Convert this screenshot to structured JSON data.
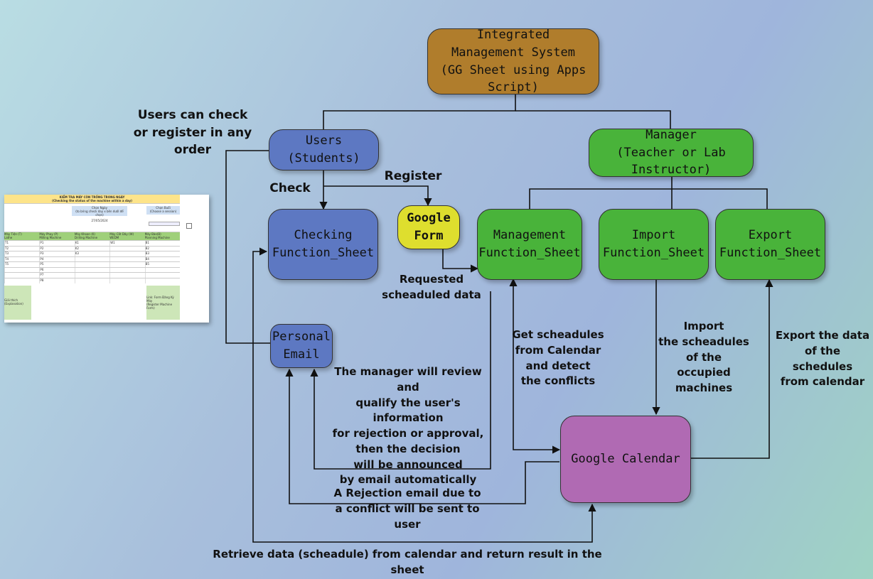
{
  "nodes": {
    "ims": "Integrated\nManagement System\n(GG Sheet using Apps Script)",
    "users": "Users\n(Students)",
    "manager": "Manager\n(Teacher or Lab Instructor)",
    "checking": "Checking\nFunction_Sheet",
    "google_form": "Google\nForm",
    "management": "Management\nFunction_Sheet",
    "import": "Import\nFunction_Sheet",
    "export": "Export\nFunction_Sheet",
    "personal_email": "Personal\nEmail",
    "calendar": "Google Calendar"
  },
  "labels": {
    "any_order": "Users can check\nor register in any order",
    "check": "Check",
    "register": "Register",
    "requested": "Requested\nscheaduled data",
    "get_schedules": "Get scheadules\nfrom Calendar\nand detect\nthe conflicts",
    "import_schedules": "Import\nthe scheadules\nof the occupied\nmachines",
    "export_data": "Export the data\nof the schedules\nfrom calendar",
    "manager_review": "The manager will review and\nqualify the user's information\nfor rejection or approval,\nthen the decision\nwill be announced\nby email automatically",
    "rejection": "A Rejection email due to\na conflict will be sent to user",
    "retrieve": "Retrieve data (scheadule) from calendar and return result in the sheet"
  },
  "sheet": {
    "title": "KIỂM TRA MÁY CÒN TRỐNG TRONG NGÀY",
    "subtitle": "(Checking the status of the machine within a day)",
    "date": "27/05/2024",
    "choose_date": "Chọn Ngày\n(to bring check day x bên dưới để chọn)",
    "choose_session": "Chọn Buổi\n(Choose a session)",
    "columns": [
      "Máy Tiện (T)\nLathe",
      "Máy Phay (P)\nMilling Machine",
      "Máy Khoan (K)\nDrilling Machine",
      "Máy Cắt Dây (W)\nWEDM",
      "Máy Bào(B)\nPlanning Machine"
    ],
    "rows": [
      [
        "T1",
        "P1",
        "K1",
        "W1",
        "B1"
      ],
      [
        "T2",
        "P2",
        "K2",
        "",
        "B2"
      ],
      [
        "T3",
        "P3",
        "K3",
        "",
        "B3"
      ],
      [
        "T4",
        "P4",
        "",
        "",
        "B4"
      ],
      [
        "T5",
        "P5",
        "",
        "",
        "B5"
      ],
      [
        "",
        "P6",
        "",
        "",
        ""
      ],
      [
        "",
        "P7",
        "",
        "",
        ""
      ],
      [
        "",
        "P8",
        "",
        "",
        ""
      ]
    ],
    "explanation": "Giải thích\n(Explanation)",
    "link": "Link: Form Đăng Ký Máy\n(Register Machine Form)"
  }
}
